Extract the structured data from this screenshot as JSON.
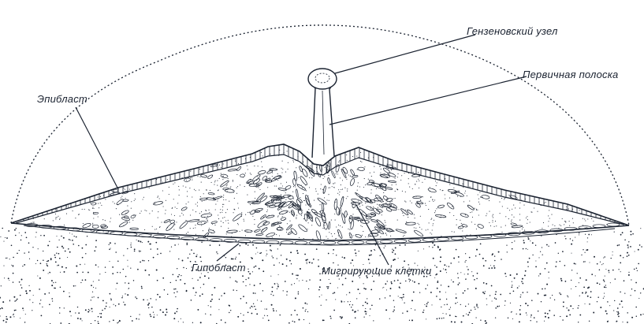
{
  "labels": {
    "hensen_node": "Гензеновский узел",
    "primitive_streak": "Первичная полоска",
    "epiblast": "Эпибласт",
    "hypoblast": "Гипобласт",
    "migrating_cells": "Мигрирующие клетки"
  },
  "colors": {
    "ink": "#1a2230",
    "background": "#ffffff"
  }
}
